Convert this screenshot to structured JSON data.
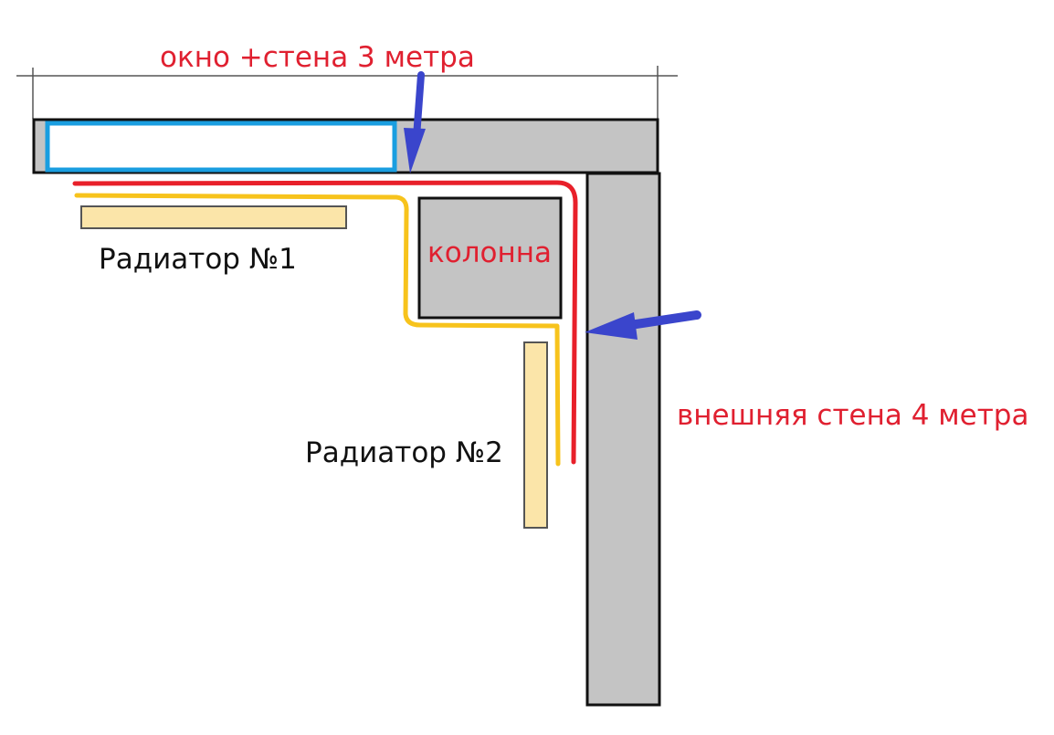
{
  "labels": {
    "top_dimension": "окно +стена 3 метра",
    "column": "колонна",
    "outer_wall": "внешняя стена 4 метра",
    "radiator_1": "Радиатор №1",
    "radiator_2": "Радиатор №2"
  },
  "colors": {
    "wall_fill": "#c4c4c4",
    "outline": "#111111",
    "window_frame": "#1a9ee0",
    "radiator_fill": "#fbe5a9",
    "pipe_red": "#e8202a",
    "pipe_yellow": "#f7c31c",
    "arrow_blue": "#3a45cc",
    "text_red": "#e02030"
  }
}
